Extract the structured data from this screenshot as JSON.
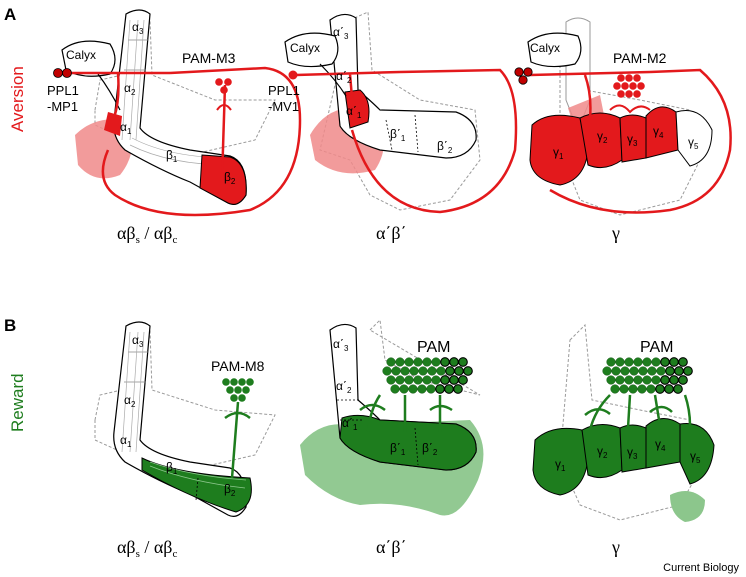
{
  "panels": {
    "A": {
      "label": "A",
      "side": "Aversion"
    },
    "B": {
      "label": "B",
      "side": "Reward"
    }
  },
  "neurons": {
    "ppl1_mp1_a": "PPL1",
    "ppl1_mp1_b": "-MP1",
    "ppl1_mv1_a": "PPL1",
    "ppl1_mv1_b": "-MV1",
    "pam_m3": "PAM-M3",
    "pam_m2": "PAM-M2",
    "pam_m8": "PAM-M8",
    "pam": "PAM"
  },
  "calyx": "Calyx",
  "lobes": {
    "ab_main": "αβ",
    "ab_s": "s",
    "ab_sep": " / αβ",
    "ab_c": "c",
    "apbp": "α΄β΄",
    "gamma": "γ"
  },
  "compartments": {
    "alpha": "α",
    "beta": "β",
    "alpha_p": "α΄",
    "beta_p": "β΄",
    "gamma": "γ",
    "s1": "1",
    "s2": "2",
    "s3": "3",
    "s4": "4",
    "s5": "5"
  },
  "credit": "Current Biology",
  "colors": {
    "aversion": "#e3191c",
    "aversion_light": "#f08a8a",
    "reward": "#1e7d1e",
    "reward_light": "#8cc68c",
    "outline": "#000000",
    "ghost": "#9a9a9a"
  }
}
